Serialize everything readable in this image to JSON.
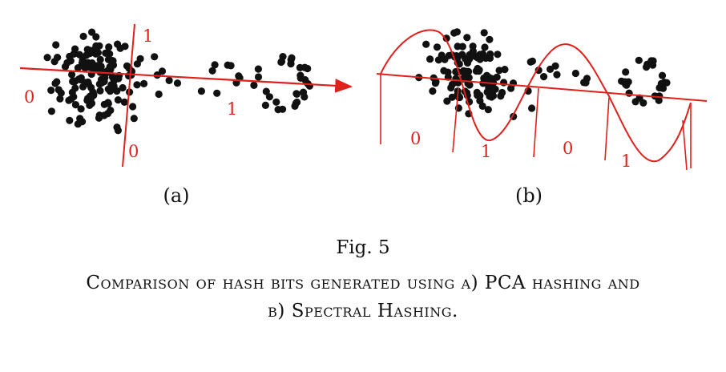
{
  "panel_a": {
    "label": "(a)",
    "bit_labels": [
      "1",
      "0",
      "0",
      "1"
    ]
  },
  "panel_b": {
    "label": "(b)",
    "bit_labels": [
      "0",
      "1",
      "0",
      "1"
    ]
  },
  "caption": {
    "fig_number": "Fig. 5",
    "line1": "Comparison of hash bits generated using a) PCA hashing and",
    "line2": "b) Spectral Hashing."
  },
  "colors": {
    "ink": "#111111",
    "accent": "#e0201b"
  }
}
